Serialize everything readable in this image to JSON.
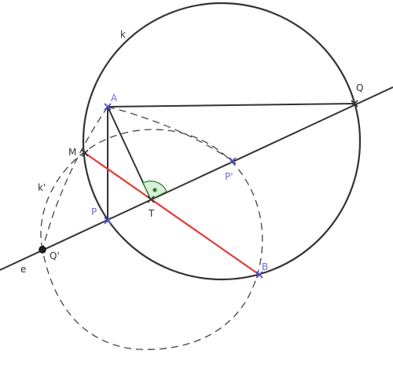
{
  "colors": {
    "line": "#333333",
    "dashed": "#444444",
    "segment": "#e53935",
    "point_blue": "#4a4ad9",
    "label_blue": "#6b6bd6",
    "label_dark": "#333333",
    "angle_fill": "#d8efd8",
    "angle_stroke": "#2e7d32",
    "angle_dot": "#2e7d32",
    "point_black": "#222222"
  },
  "labels": {
    "k": "k",
    "k_prime": "k'",
    "e": "e",
    "A": "A",
    "B": "B",
    "M": "M",
    "P": "P",
    "P_prime": "P'",
    "Q": "Q",
    "Q_prime": "Q'",
    "T": "T"
  },
  "angle_marker": "right-angle-with-dot"
}
